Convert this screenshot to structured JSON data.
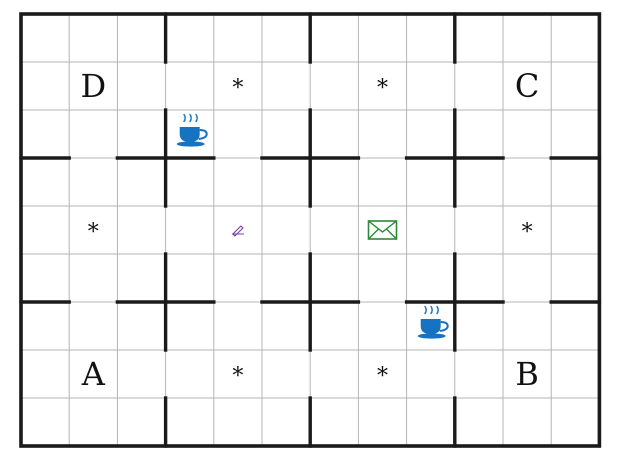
{
  "board": {
    "rows": 9,
    "cols": 12,
    "block_rows": 3,
    "block_cols": 3,
    "colors": {
      "thin_line": "#b5b5b5",
      "thick_line": "#1a1a1a",
      "cup": "#1673c2",
      "envelope": "#2a8a36",
      "pencil": "#7a3db0",
      "text": "#111111"
    },
    "cells": [
      {
        "row": 1,
        "col": 1,
        "kind": "letter",
        "text": "D"
      },
      {
        "row": 1,
        "col": 4,
        "kind": "star",
        "text": "*"
      },
      {
        "row": 1,
        "col": 7,
        "kind": "star",
        "text": "*"
      },
      {
        "row": 1,
        "col": 10,
        "kind": "letter",
        "text": "C"
      },
      {
        "row": 2,
        "col": 3,
        "kind": "icon",
        "icon": "coffee-cup-icon"
      },
      {
        "row": 4,
        "col": 1,
        "kind": "star",
        "text": "*"
      },
      {
        "row": 4,
        "col": 4,
        "kind": "icon",
        "icon": "pencil-note-icon"
      },
      {
        "row": 4,
        "col": 7,
        "kind": "icon",
        "icon": "envelope-icon"
      },
      {
        "row": 4,
        "col": 10,
        "kind": "star",
        "text": "*"
      },
      {
        "row": 6,
        "col": 8,
        "kind": "icon",
        "icon": "coffee-cup-icon"
      },
      {
        "row": 7,
        "col": 1,
        "kind": "letter",
        "text": "A"
      },
      {
        "row": 7,
        "col": 4,
        "kind": "star",
        "text": "*"
      },
      {
        "row": 7,
        "col": 7,
        "kind": "star",
        "text": "*"
      },
      {
        "row": 7,
        "col": 10,
        "kind": "letter",
        "text": "B"
      }
    ]
  }
}
